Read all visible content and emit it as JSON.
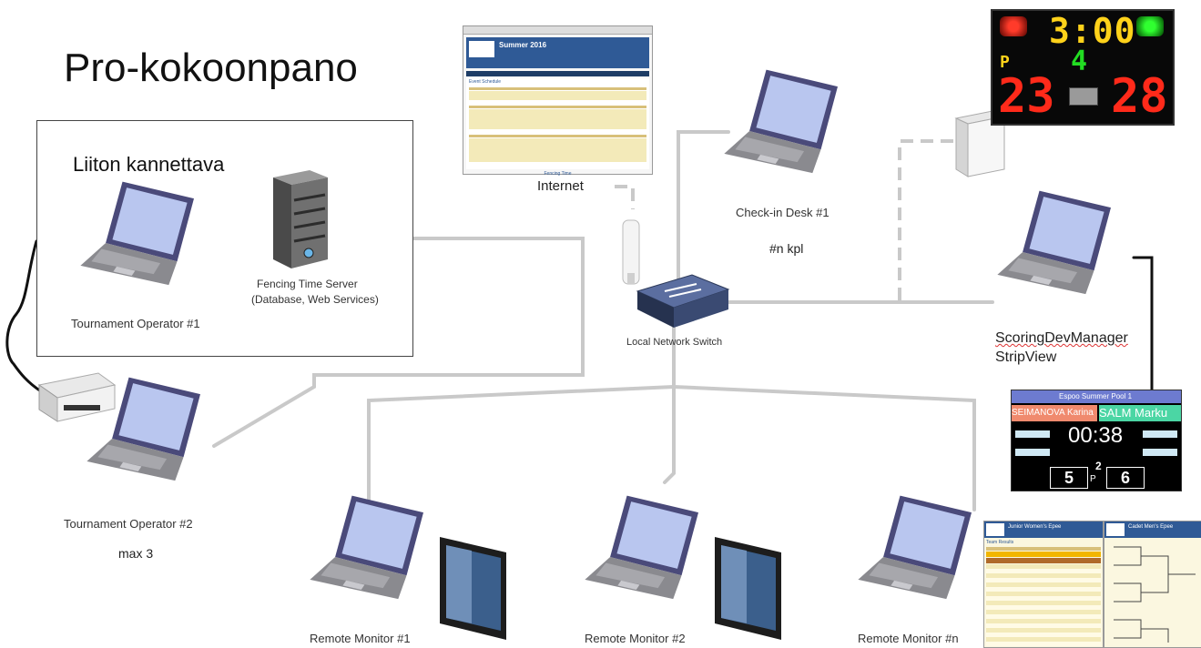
{
  "title": "Pro-kokoonpano",
  "box_title": "Liiton kannettava",
  "nodes": {
    "op1": "Tournament Operator #1",
    "server": "Fencing Time Server",
    "server_sub": "(Database, Web Services)",
    "op2": "Tournament Operator #2",
    "op2_note": "max 3",
    "internet": "Internet",
    "checkin": "Check-in Desk #1",
    "checkin_note": "#n kpl",
    "switch": "Local Network Switch",
    "scoring1": "ScoringDevManager",
    "scoring2": "StripView",
    "rm1": "Remote Monitor #1",
    "rm2": "Remote Monitor #2",
    "rmn": "Remote Monitor #n"
  },
  "scoreboard": {
    "time": "3:00",
    "period": "4",
    "p_label": "P",
    "left_score": "23",
    "right_score": "28"
  },
  "stripview": {
    "header": "Espoo Summer Pool 1",
    "left_name": "SEIMANOVA Karina",
    "right_name": "SALM Marku",
    "time": "00:38",
    "period": "2",
    "p_label": "P",
    "left_score": "5",
    "right_score": "6"
  },
  "web": {
    "heading": "Summer 2016",
    "tab": "Event Schedule",
    "footer": "Fencing Time"
  },
  "tables": {
    "left_title": "Junior Women's Epee",
    "left_tab": "Team Results",
    "right_title": "Cadet Men's Epee"
  },
  "colors": {
    "laptop_screen": "#b9c6ef",
    "laptop_body": "#7e7e83",
    "line": "#c9c9c9",
    "score_red": "#ff2a1a",
    "score_yellow": "#ffd21a",
    "score_green": "#22dd22"
  }
}
